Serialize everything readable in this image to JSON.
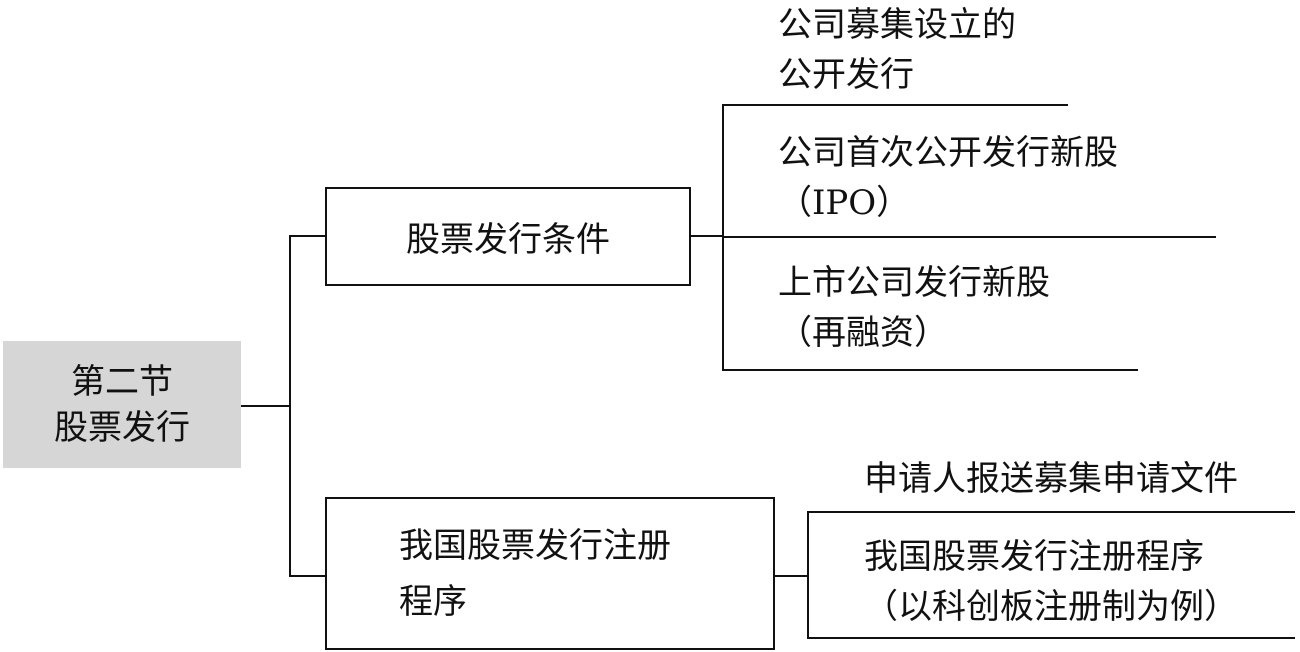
{
  "root": {
    "line1": "第二节",
    "line2": "股票发行"
  },
  "branch_conditions": {
    "label": "股票发行条件",
    "items": [
      {
        "line1": "公司募集设立的",
        "line2": "公开发行"
      },
      {
        "line1": "公司首次公开发行新股",
        "line2": "（IPO）"
      },
      {
        "line1": "上市公司发行新股",
        "line2": "（再融资）"
      }
    ]
  },
  "branch_procedure": {
    "label_line1": "我国股票发行注册",
    "label_line2": "程序",
    "items": [
      {
        "line1": "申请人报送募集申请文件"
      },
      {
        "line1": "我国股票发行注册程序",
        "line2": "（以科创板注册制为例）"
      }
    ]
  }
}
